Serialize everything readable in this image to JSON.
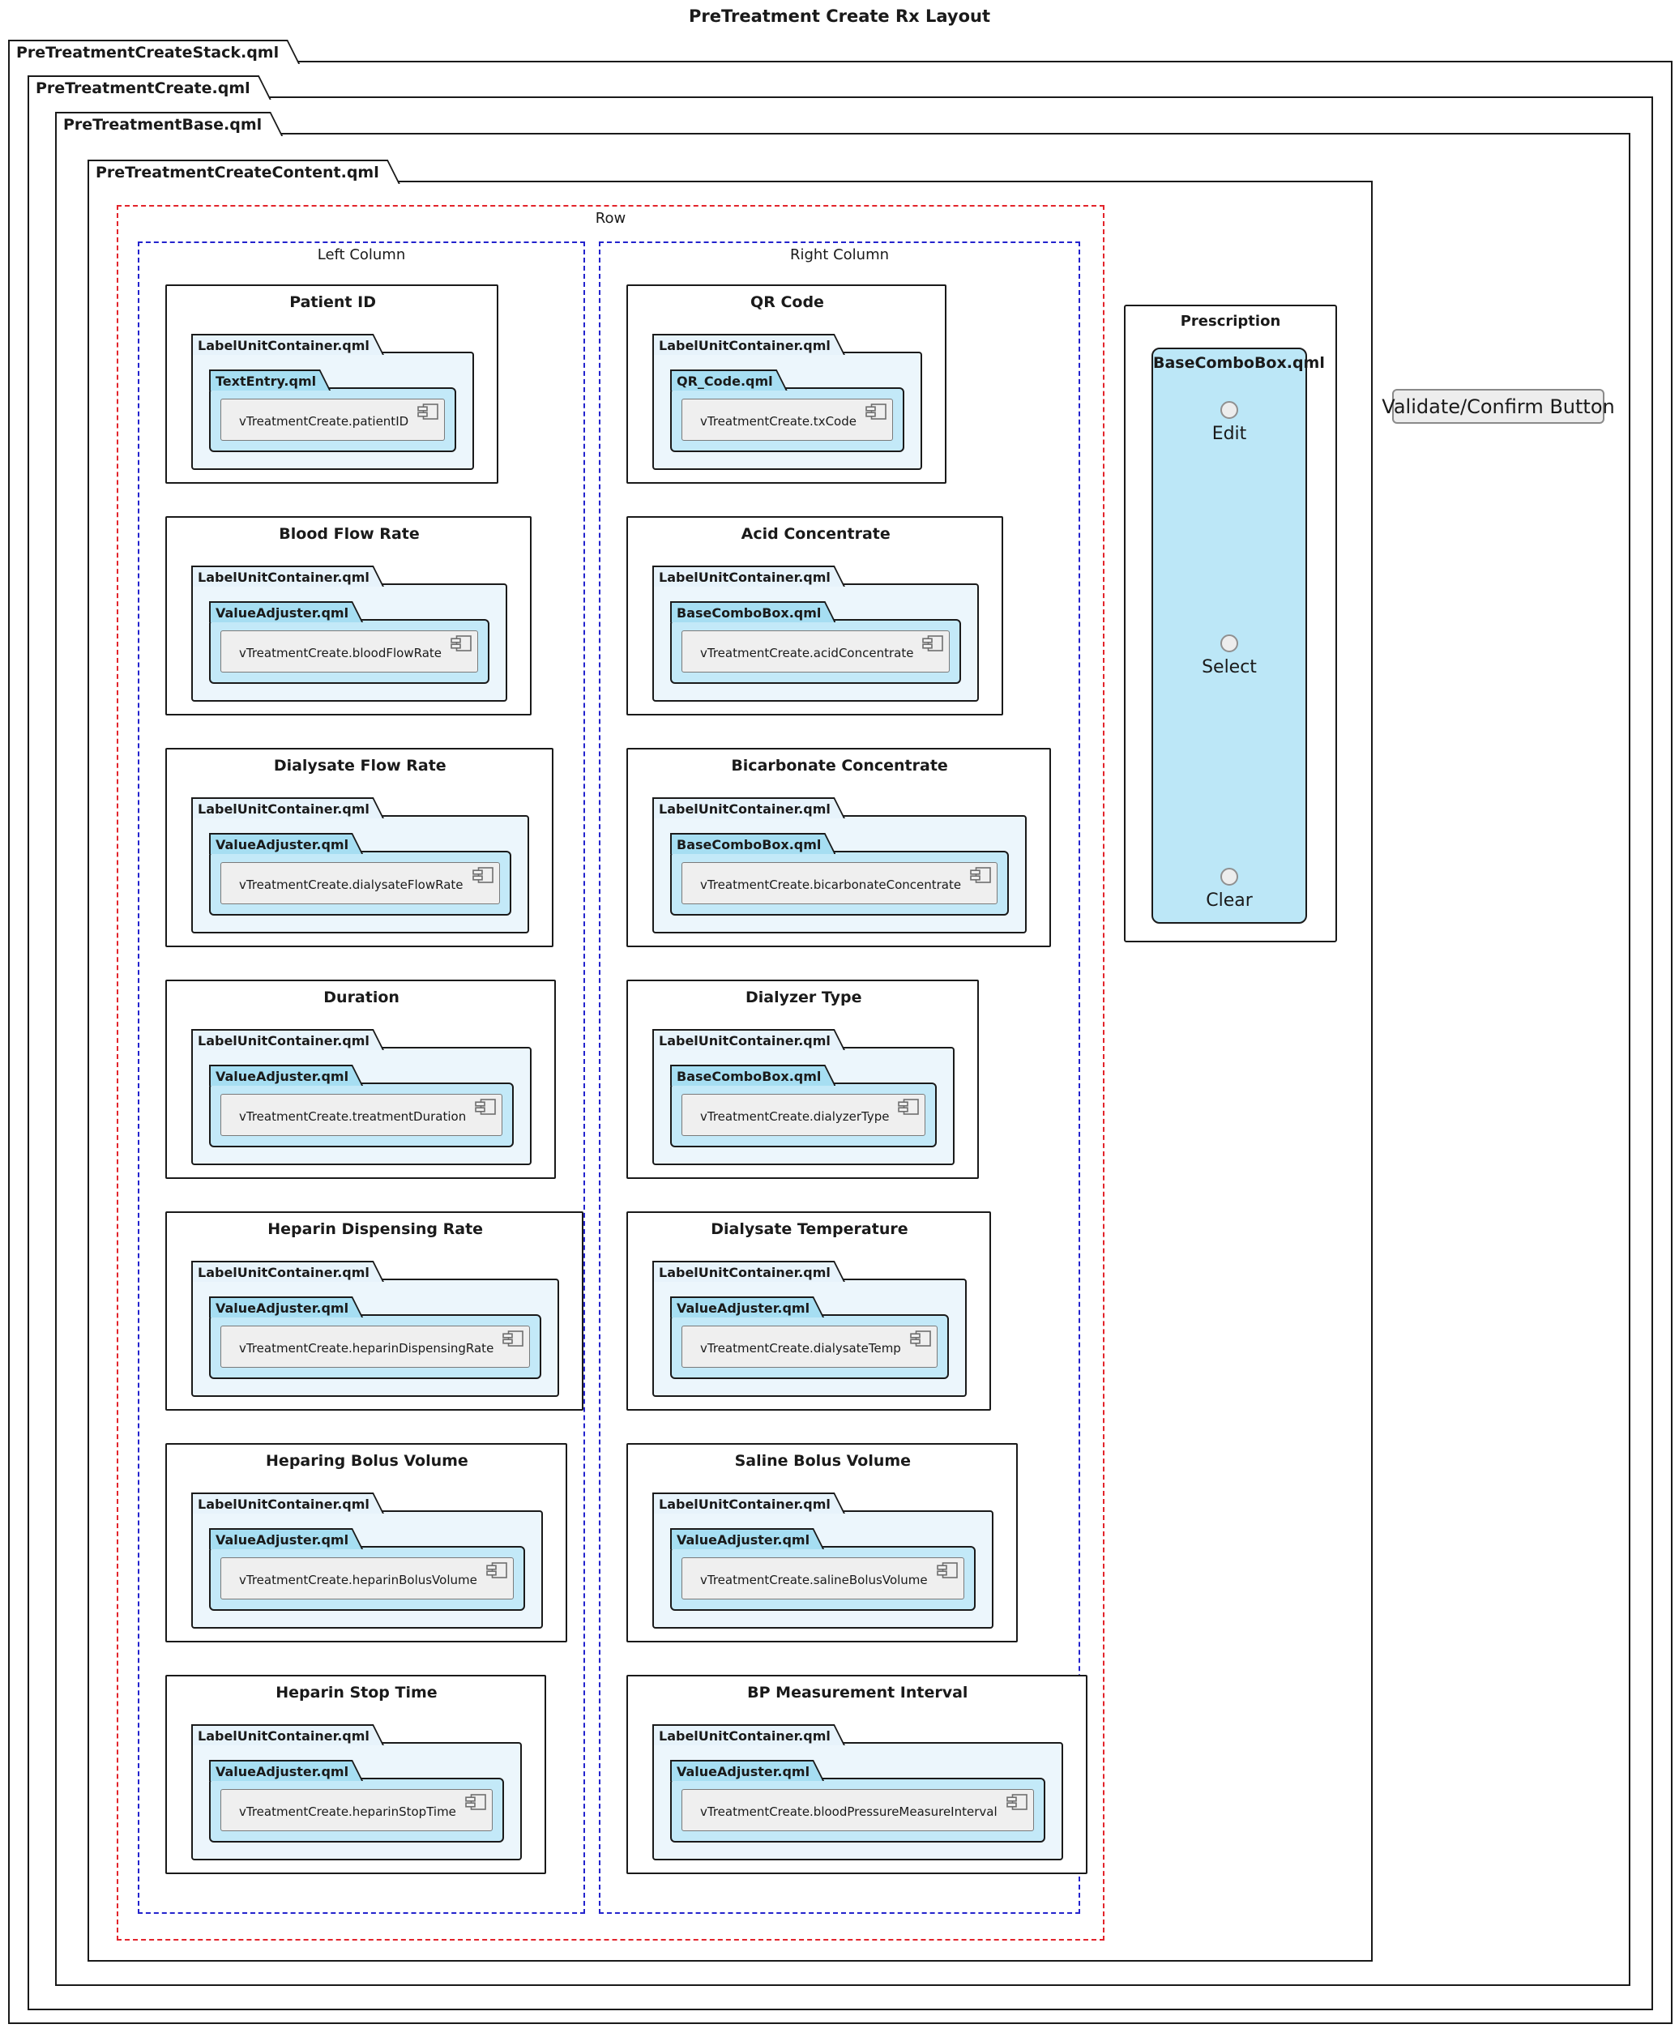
{
  "page_title": "PreTreatment Create Rx Layout",
  "frames": {
    "stack_label": "PreTreatmentCreateStack.qml",
    "create_label": "PreTreatmentCreate.qml",
    "base_label": "PreTreatmentBase.qml",
    "content_label": "PreTreatmentCreateContent.qml"
  },
  "row": {
    "label": "Row"
  },
  "columns": {
    "left": {
      "label": "Left Column",
      "fields": [
        {
          "title": "Patient ID",
          "container": "LabelUnitContainer.qml",
          "widget": "TextEntry.qml",
          "component": "vTreatmentCreate.patientID"
        },
        {
          "title": "Blood Flow Rate",
          "container": "LabelUnitContainer.qml",
          "widget": "ValueAdjuster.qml",
          "component": "vTreatmentCreate.bloodFlowRate"
        },
        {
          "title": "Dialysate Flow Rate",
          "container": "LabelUnitContainer.qml",
          "widget": "ValueAdjuster.qml",
          "component": "vTreatmentCreate.dialysateFlowRate"
        },
        {
          "title": "Duration",
          "container": "LabelUnitContainer.qml",
          "widget": "ValueAdjuster.qml",
          "component": "vTreatmentCreate.treatmentDuration"
        },
        {
          "title": "Heparin Dispensing Rate",
          "container": "LabelUnitContainer.qml",
          "widget": "ValueAdjuster.qml",
          "component": "vTreatmentCreate.heparinDispensingRate"
        },
        {
          "title": "Heparing Bolus Volume",
          "container": "LabelUnitContainer.qml",
          "widget": "ValueAdjuster.qml",
          "component": "vTreatmentCreate.heparinBolusVolume"
        },
        {
          "title": "Heparin Stop Time",
          "container": "LabelUnitContainer.qml",
          "widget": "ValueAdjuster.qml",
          "component": "vTreatmentCreate.heparinStopTime"
        }
      ]
    },
    "right": {
      "label": "Right Column",
      "fields": [
        {
          "title": "QR Code",
          "container": "LabelUnitContainer.qml",
          "widget": "QR_Code.qml",
          "component": "vTreatmentCreate.txCode"
        },
        {
          "title": "Acid Concentrate",
          "container": "LabelUnitContainer.qml",
          "widget": "BaseComboBox.qml",
          "component": "vTreatmentCreate.acidConcentrate"
        },
        {
          "title": "Bicarbonate Concentrate",
          "container": "LabelUnitContainer.qml",
          "widget": "BaseComboBox.qml",
          "component": "vTreatmentCreate.bicarbonateConcentrate"
        },
        {
          "title": "Dialyzer Type",
          "container": "LabelUnitContainer.qml",
          "widget": "BaseComboBox.qml",
          "component": "vTreatmentCreate.dialyzerType"
        },
        {
          "title": "Dialysate Temperature",
          "container": "LabelUnitContainer.qml",
          "widget": "ValueAdjuster.qml",
          "component": "vTreatmentCreate.dialysateTemp"
        },
        {
          "title": "Saline Bolus Volume",
          "container": "LabelUnitContainer.qml",
          "widget": "ValueAdjuster.qml",
          "component": "vTreatmentCreate.salineBolusVolume"
        },
        {
          "title": "BP Measurement Interval",
          "container": "LabelUnitContainer.qml",
          "widget": "ValueAdjuster.qml",
          "component": "vTreatmentCreate.bloodPressureMeasureInterval"
        }
      ]
    }
  },
  "prescription": {
    "title": "Prescription",
    "combo_label": "BaseComboBox.qml",
    "options": [
      "Edit",
      "Select",
      "Clear"
    ]
  },
  "validate_button_label": "Validate/Confirm Button",
  "colors": {
    "frame_border": "#1a1a1a",
    "row_dashed_border": "#e3242b",
    "column_dashed_border": "#2323cd",
    "container_fill": "#ecf6fc",
    "widget_tab_fill": "#a6def2",
    "widget_fill": "#c3e9f8",
    "combo_fill": "#bce7f7",
    "component_fill": "#efefef",
    "button_fill": "#ededed"
  }
}
